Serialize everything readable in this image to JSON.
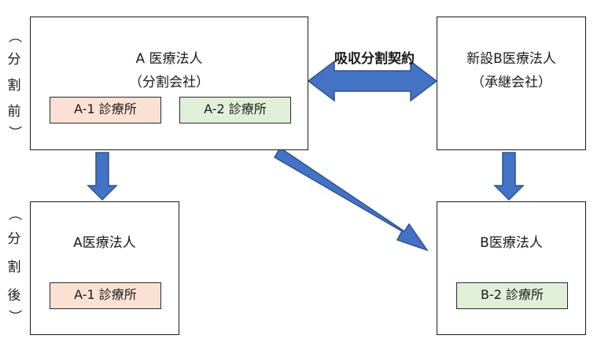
{
  "before_label": [
    "（",
    "分",
    "割",
    "前",
    "）"
  ],
  "after_label": [
    "（",
    "分",
    "割",
    "後",
    "）"
  ],
  "contract": "吸収分割契約",
  "top_left": {
    "name": "A 医療法人",
    "role": "（分割会社）",
    "clinics": [
      "A-1 診療所",
      "A-2 診療所"
    ]
  },
  "top_right": {
    "name": "新設B医療法人",
    "role": "（承継会社）"
  },
  "bottom_left": {
    "name": "A医療法人",
    "clinic": "A-1 診療所"
  },
  "bottom_right": {
    "name": "B医療法人",
    "clinic": "B-2 診療所"
  },
  "colors": {
    "arrow_fill": "#4472c4",
    "arrow_stroke": "#2f528f",
    "clinic_orange": "#fbe1d3",
    "clinic_green": "#e1efd9"
  }
}
